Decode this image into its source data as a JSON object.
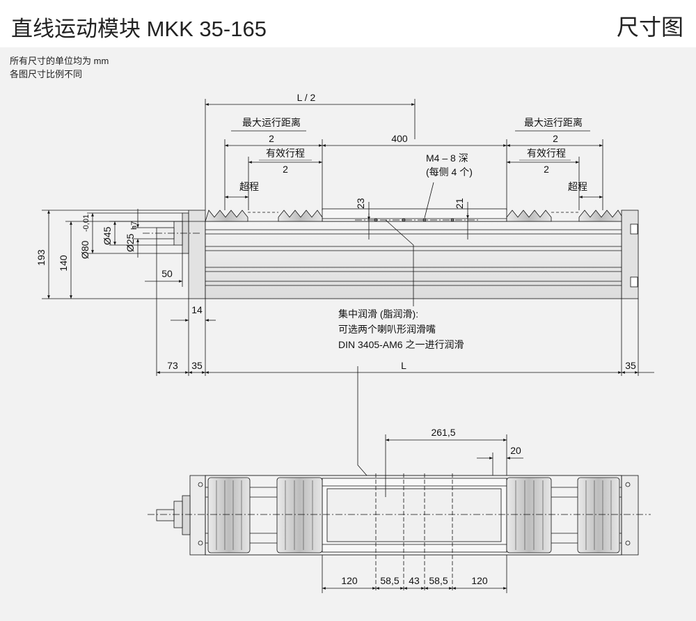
{
  "header": {
    "title": "直线运动模块 MKK 35-165",
    "page_type": "尺寸图"
  },
  "notes": {
    "units": "所有尺寸的单位均为 mm",
    "scale": "各图尺寸比例不同"
  },
  "dims": {
    "half_length": "L / 2",
    "max_travel": "最大运行距离",
    "two": "2",
    "eff_stroke": "有效行程",
    "overtravel": "超程",
    "carriage": "400",
    "thread": "M4 – 8 深",
    "thread_count": "(每侧 4 个)",
    "d23": "23",
    "d21": "21",
    "h193": "193",
    "h140": "140",
    "dia80": "Ø80",
    "dia80_tol": "-0,01",
    "dia45": "Ø45",
    "dia25": "Ø25",
    "dia25_tol": "h7",
    "d50": "50",
    "d14": "14",
    "d73": "73",
    "d35": "35",
    "L": "L",
    "d261": "261,5",
    "d20": "20",
    "b120": "120",
    "b58": "58,5",
    "b43": "43"
  },
  "lubrication": {
    "line1": "集中润滑 (脂润滑):",
    "line2": "可选两个喇叭形润滑嘴",
    "line3": "DIN 3405-AM6 之一进行润滑"
  }
}
